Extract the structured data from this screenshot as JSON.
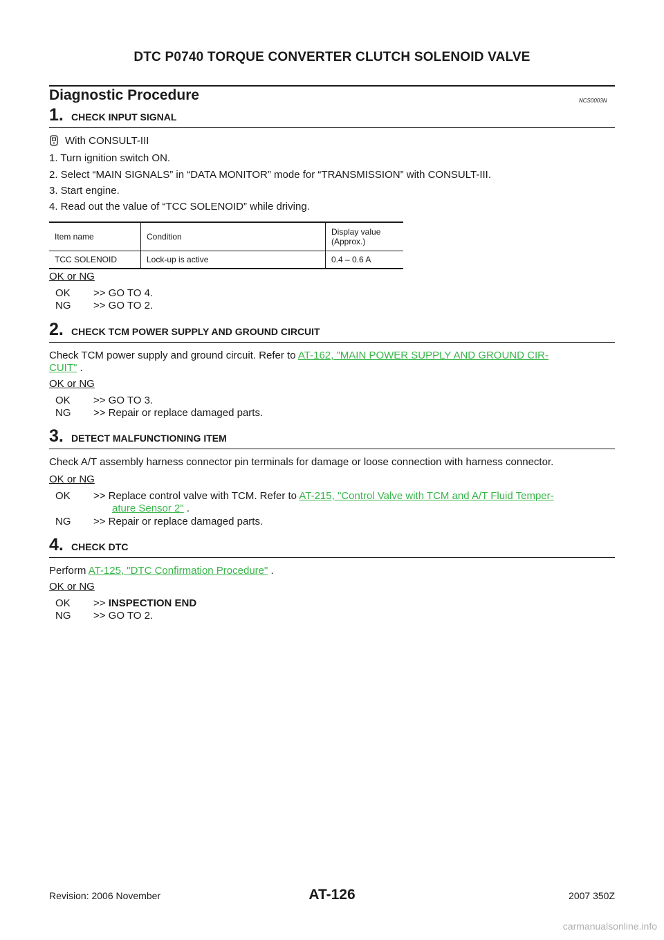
{
  "header": {
    "title": "DTC P0740 TORQUE CONVERTER CLUTCH SOLENOID VALVE"
  },
  "section": {
    "title": "Diagnostic Procedure",
    "code": "NCS0003N"
  },
  "ok_ng_label": "OK or NG",
  "step1": {
    "num": "1.",
    "title": "CHECK INPUT SIGNAL",
    "with_label": "With CONSULT-III",
    "icon": "consult-tool-icon",
    "items": [
      "1.   Turn ignition switch ON.",
      "2.   Select “MAIN SIGNALS” in “DATA MONITOR” mode for “TRANSMISSION” with CONSULT-III.",
      "3.   Start engine.",
      "4.   Read out the value of “TCC SOLENOID” while driving."
    ],
    "table": {
      "headers": [
        "Item name",
        "Condition",
        "Display value",
        "(Approx.)"
      ],
      "row": [
        "TCC SOLENOID",
        "Lock-up is active",
        "0.4 – 0.6 A"
      ]
    },
    "ok": {
      "label": "OK",
      "result": ">> GO TO 4."
    },
    "ng": {
      "label": "NG",
      "result": ">> GO TO 2."
    }
  },
  "step2": {
    "num": "2.",
    "title": "CHECK TCM POWER SUPPLY AND GROUND CIRCUIT",
    "text_before": "Check TCM power supply and ground circuit. Refer to ",
    "link_line1": "AT-162, \"MAIN POWER SUPPLY AND GROUND CIR-",
    "link_line2": "CUIT\"",
    "text_after": " .",
    "ok": {
      "label": "OK",
      "result": ">> GO TO 3."
    },
    "ng": {
      "label": "NG",
      "result": ">> Repair or replace damaged parts."
    }
  },
  "step3": {
    "num": "3.",
    "title": "DETECT MALFUNCTIONING ITEM",
    "text": "Check A/T assembly harness connector pin terminals for damage or loose connection with harness connector.",
    "ok": {
      "label": "OK",
      "result_before": ">> Replace control valve with TCM. Refer to ",
      "link_line1": "AT-215, \"Control Valve with TCM and A/T Fluid Temper-",
      "link_line2": "ature Sensor 2\"",
      "result_after": " ."
    },
    "ng": {
      "label": "NG",
      "result": ">> Repair or replace damaged parts."
    }
  },
  "step4": {
    "num": "4.",
    "title": "CHECK DTC",
    "text_before": "Perform ",
    "link": "AT-125, \"DTC Confirmation Procedure\"",
    "text_after": " .",
    "ok": {
      "label": "OK",
      "result_prefix": ">> ",
      "result_bold": "INSPECTION END"
    },
    "ng": {
      "label": "NG",
      "result": ">> GO TO 2."
    }
  },
  "footer": {
    "page": "AT-126",
    "revision": "Revision: 2006 November",
    "model": "2007 350Z",
    "watermark": "carmanualsonline.info"
  },
  "colors": {
    "link": "#39b54a",
    "text": "#1a1a1a"
  }
}
